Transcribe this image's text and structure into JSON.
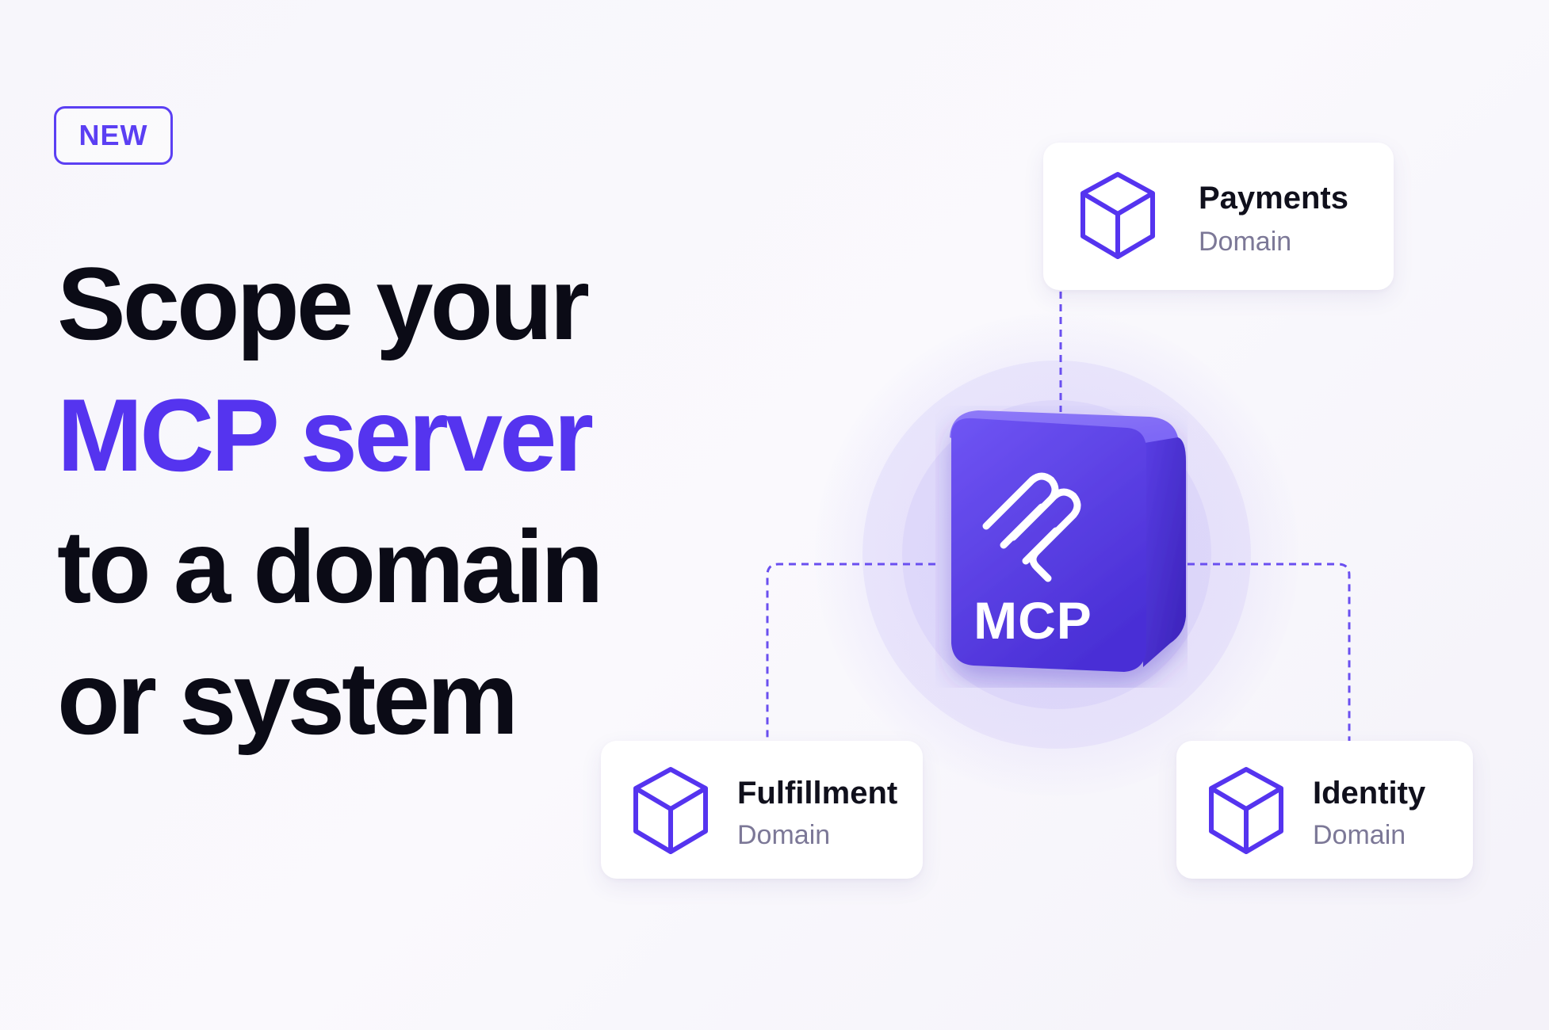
{
  "badge": {
    "label": "NEW"
  },
  "headline": {
    "line1": "Scope your",
    "line2": "MCP server",
    "line3": "to a domain",
    "line4": "or system"
  },
  "center_node": {
    "label": "MCP",
    "icon": "mcp-logo-icon"
  },
  "domains": [
    {
      "title": "Payments",
      "subtitle": "Domain",
      "icon": "cube-icon"
    },
    {
      "title": "Fulfillment",
      "subtitle": "Domain",
      "icon": "cube-icon"
    },
    {
      "title": "Identity",
      "subtitle": "Domain",
      "icon": "cube-icon"
    }
  ],
  "colors": {
    "accent": "#5534ef",
    "headline_text": "#0b0b16",
    "card_subtitle": "#7c7897",
    "background": "#f7f6fb",
    "connector": "#6a4ff0"
  }
}
